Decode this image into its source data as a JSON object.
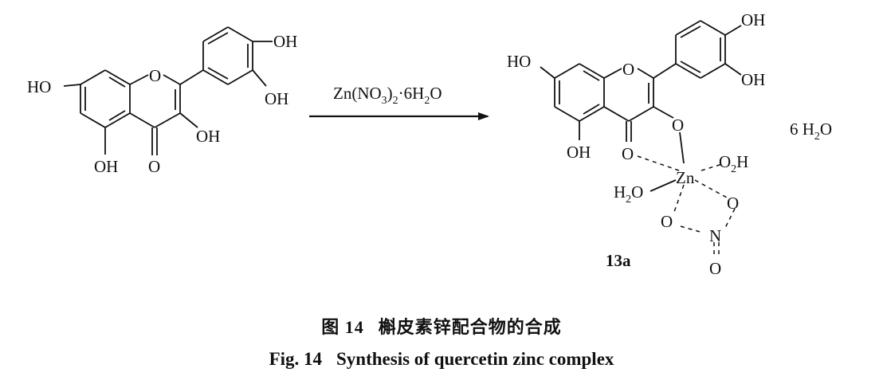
{
  "reactant": {
    "ho_7": "HO",
    "oh_3p": "OH",
    "oh_4p": "OH",
    "oh_3": "OH",
    "oh_5": "OH",
    "o_ring": "O",
    "o_carbonyl": "O"
  },
  "reagent": {
    "prefix": "Zn(NO",
    "sub1": "3",
    "mid": ")",
    "sub2": "2",
    "suffix": "·6H",
    "sub3": "2",
    "end": "O"
  },
  "product": {
    "ho_7": "HO",
    "oh_3p": "OH",
    "oh_4p": "OH",
    "oh_5": "OH",
    "o_ring": "O",
    "o_carbonyl": "O",
    "o_3": "O",
    "zn": "Zn",
    "o2h_o": "O",
    "o2h_sub": "2",
    "o2h_h": "H",
    "h2o_h": "H",
    "h2o_sub": "2",
    "h2o_o": "O",
    "nitrate_o1": "O",
    "nitrate_o2": "O",
    "nitrate_n": "N",
    "nitrate_o3": "O",
    "hydrate_pre": "6 H",
    "hydrate_sub": "2",
    "hydrate_post": "O",
    "compound_id": "13a"
  },
  "caption": {
    "cn_fig": "图 14",
    "cn_title": "槲皮素锌配合物的合成",
    "en_fig": "Fig. 14",
    "en_title": "Synthesis of quercetin zinc complex"
  }
}
